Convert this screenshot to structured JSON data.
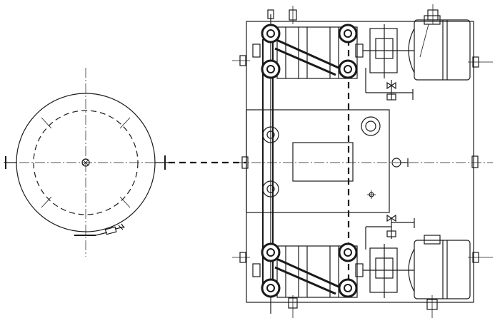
{
  "drawing": {
    "type": "engineering-plan-view",
    "colors": {
      "line": "#1a1a1a",
      "background": "#ffffff"
    },
    "components": [
      "circular-tank",
      "base-frame",
      "upper-pump-unit",
      "lower-pump-unit",
      "central-plate",
      "control-box"
    ]
  }
}
